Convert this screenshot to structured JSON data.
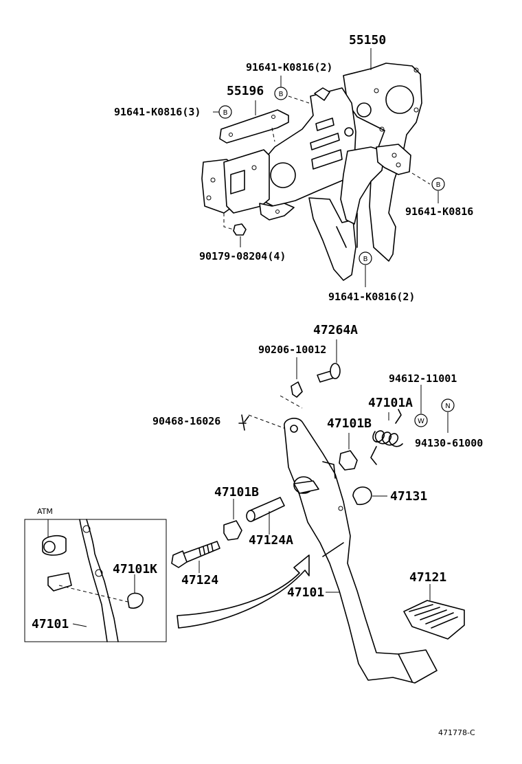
{
  "labels": {
    "p55150": "55150",
    "p91641_a": "91641-K0816(2)",
    "p55196": "55196",
    "p91641_b": "91641-K0816(3)",
    "p91641_c": "91641-K0816",
    "p90179": "90179-08204(4)",
    "p91641_d": "91641-K0816(2)",
    "p47264A": "47264A",
    "p90206": "90206-10012",
    "p94612": "94612-11001",
    "p47101A": "47101A",
    "p90468": "90468-16026",
    "p47101B_top": "47101B",
    "p94130": "94130-61000",
    "p47101B_mid": "47101B",
    "p47131": "47131",
    "p47124A": "47124A",
    "p47101K": "47101K",
    "p47124": "47124",
    "p47101_main": "47101",
    "p47121": "47121",
    "p47101_inset": "47101",
    "atm": "ATM",
    "diagram_id": "471778-C"
  },
  "symbols": {
    "b": "B",
    "w": "W",
    "n": "N"
  }
}
